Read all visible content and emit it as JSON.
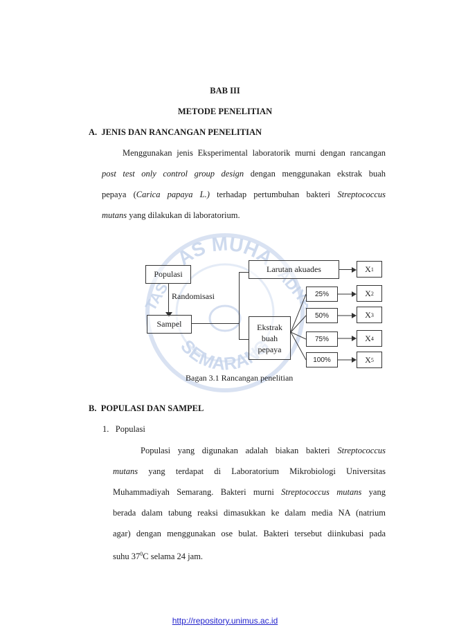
{
  "chapter": "BAB III",
  "chapter_title": "METODE PENELITIAN",
  "section_a": {
    "heading": "A.  JENIS DAN RANCANGAN PENELITIAN",
    "para_lines": [
      {
        "parts": [
          {
            "t": "Menggunakan jenis Eksperimental laboratorik murni dengan rancangan",
            "i": false
          }
        ]
      },
      {
        "parts": [
          {
            "t": "post test only control group design",
            "i": true
          },
          {
            "t": " dengan menggunakan ekstrak buah",
            "i": false
          }
        ]
      },
      {
        "parts": [
          {
            "t": "pepaya (",
            "i": false
          },
          {
            "t": "Carica papaya L.)",
            "i": true
          },
          {
            "t": " terhadap pertumbuhan bakteri ",
            "i": false
          },
          {
            "t": "Streptococcus",
            "i": true
          }
        ]
      },
      {
        "parts": [
          {
            "t": "mutans",
            "i": true
          },
          {
            "t": " yang dilakukan di laboratorium.",
            "i": false
          }
        ]
      }
    ]
  },
  "diagram": {
    "populasi": "Populasi",
    "randomisasi": "Randomisasi",
    "sampel": "Sampel",
    "larutan": "Larutan akuades",
    "ekstrak": "Ekstrak buah pepaya",
    "pct": [
      "25%",
      "50%",
      "75%",
      "100%"
    ],
    "x_labels": [
      "X",
      "X",
      "X",
      "X",
      "X"
    ],
    "x_subs": [
      "1",
      "2",
      "3",
      "4",
      "5"
    ],
    "caption": "Bagan 3.1 Rancangan penelitian",
    "watermark_top": "AS MUHA",
    "watermark_side_left": "TAS",
    "watermark_side_right": "ADIYA",
    "watermark_bottom": "SEMARANG"
  },
  "section_b": {
    "heading": "B.  POPULASI DAN SAMPEL",
    "sub1": "1.   Populasi",
    "para_lines": [
      {
        "parts": [
          {
            "t": "Populasi yang digunakan adalah biakan bakteri ",
            "i": false
          },
          {
            "t": "Streptococcus",
            "i": true
          }
        ]
      },
      {
        "parts": [
          {
            "t": "mutans",
            "i": true
          },
          {
            "t": " yang terdapat di Laboratorium Mikrobiologi Universitas",
            "i": false
          }
        ]
      },
      {
        "parts": [
          {
            "t": "Muhammadiyah Semarang. Bakteri murni ",
            "i": false
          },
          {
            "t": "Streptococcus mutans",
            "i": true
          },
          {
            "t": " yang",
            "i": false
          }
        ]
      },
      {
        "parts": [
          {
            "t": "berada dalam tabung reaksi dimasukkan ke dalam media NA (natrium",
            "i": false
          }
        ]
      },
      {
        "parts": [
          {
            "t": "agar) dengan menggunakan ose bulat. Bakteri tersebut diinkubasi pada",
            "i": false
          }
        ]
      }
    ],
    "last_line_pre": "suhu 37",
    "last_line_sup": "0",
    "last_line_post": "C selama 24 jam."
  },
  "footer": {
    "link": "http://repository.unimus.ac.id"
  }
}
